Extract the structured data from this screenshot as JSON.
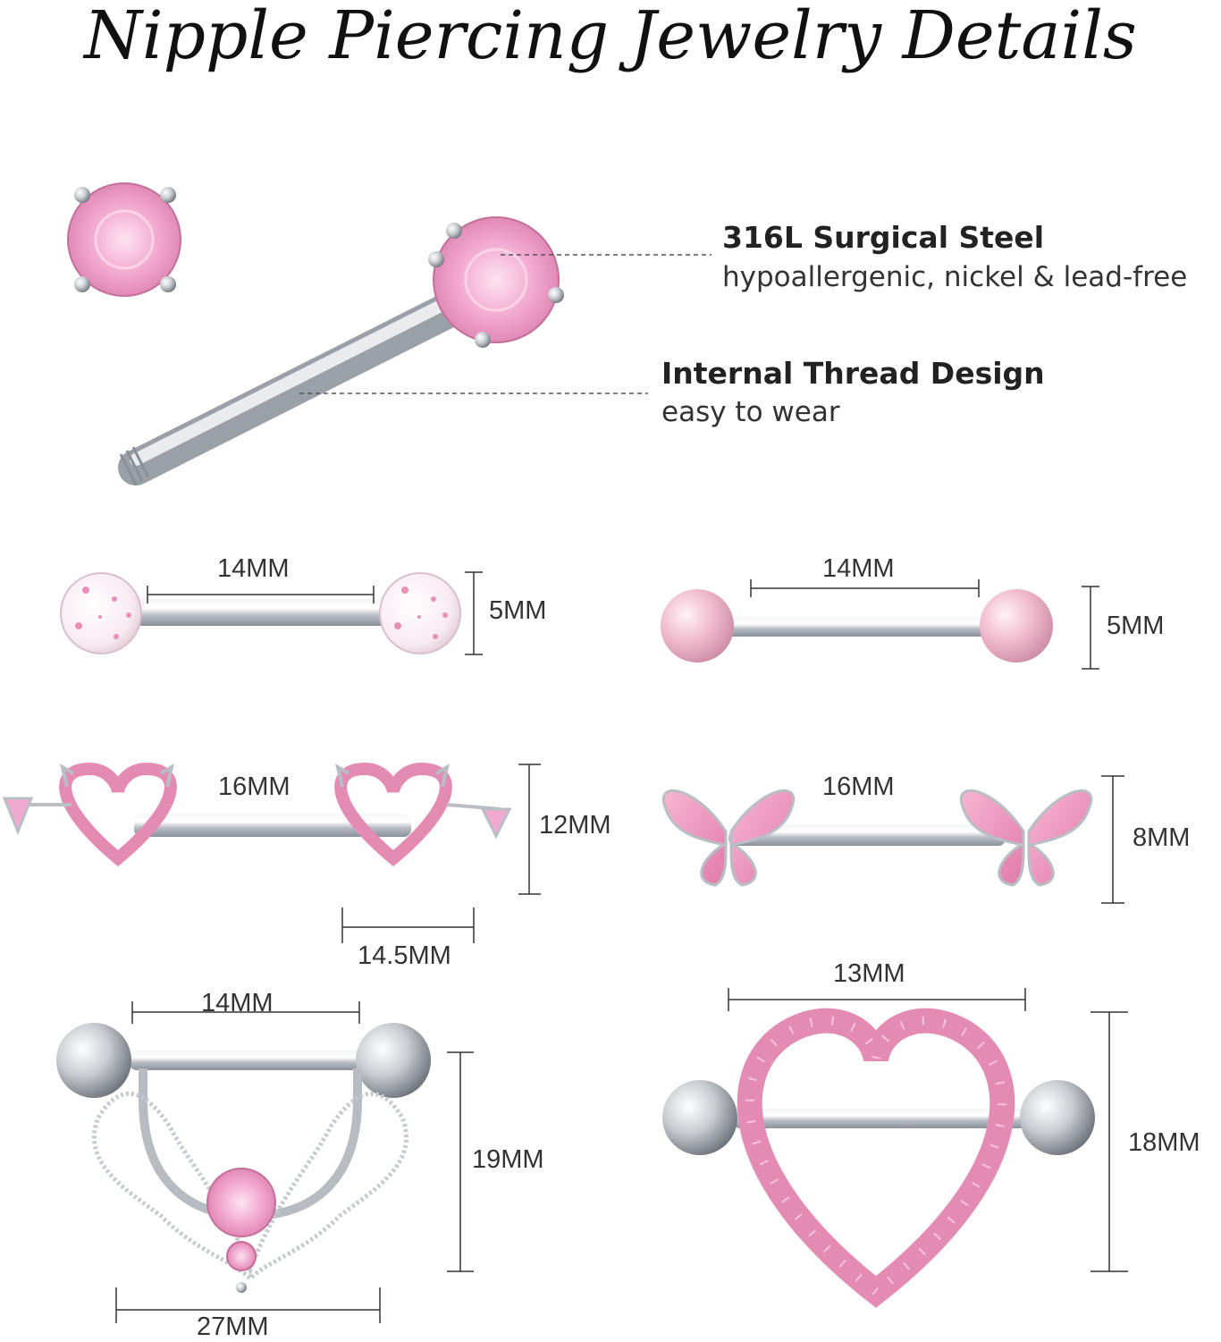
{
  "title": "Nipple Piercing Jewelry Details",
  "features": {
    "material": {
      "heading": "316L Surgical Steel",
      "detail": "hypoallergenic, nickel & lead-free"
    },
    "thread": {
      "heading": "Internal Thread Design",
      "detail": "easy to wear"
    }
  },
  "products": {
    "glitter_barbell": {
      "length": "14MM",
      "ball": "5MM"
    },
    "pearl_barbell": {
      "length": "14MM",
      "ball": "5MM"
    },
    "devil_heart": {
      "length": "16MM",
      "height": "12MM",
      "width": "14.5MM"
    },
    "butterfly": {
      "length": "16MM",
      "height": "8MM"
    },
    "lace_shield": {
      "length": "14MM",
      "height": "19MM",
      "width": "27MM"
    },
    "heart_shield": {
      "width": "13MM",
      "height": "18MM"
    }
  },
  "colors": {
    "pink_gem": "#f2a9cf",
    "steel": "#cfd3d8",
    "line": "#333333"
  }
}
